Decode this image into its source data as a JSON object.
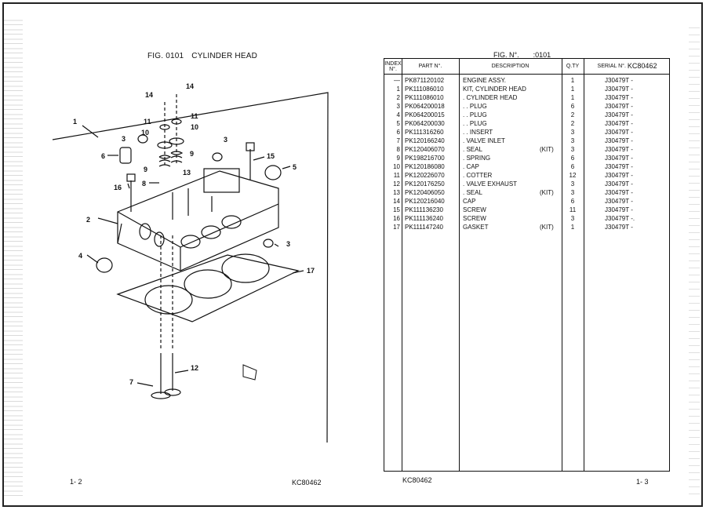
{
  "left_page": {
    "figure_title": {
      "number": "FIG. 0101",
      "name": "CYLINDER HEAD"
    },
    "callouts": [
      "1",
      "2",
      "3",
      "3",
      "3",
      "4",
      "5",
      "6",
      "7",
      "8",
      "9",
      "9",
      "10",
      "10",
      "11",
      "11",
      "12",
      "13",
      "14",
      "14",
      "15",
      "16",
      "17"
    ],
    "page_number": "1- 2",
    "model": "KC80462"
  },
  "right_page": {
    "fig_no_label": "FIG. N°.",
    "fig_no_value": ":0101",
    "headers": {
      "index_line1": "INDEX",
      "index_line2": "N°.",
      "part": "PART N°.",
      "description": "DESCRIPTION",
      "qty": "Q.TY",
      "serial_label": "SERIAL N°.",
      "serial_value": "KC80462"
    },
    "rows": [
      {
        "index": "—",
        "part": "PK871120102",
        "desc": "ENGINE ASSY.",
        "note": "",
        "qty": "1",
        "serial": "J30479T -"
      },
      {
        "index": "1",
        "part": "PK111086010",
        "desc": "KIT, CYLINDER HEAD",
        "note": "",
        "qty": "1",
        "serial": "J30479T -"
      },
      {
        "index": "2",
        "part": "PK111086010",
        "desc": ".  CYLINDER HEAD",
        "note": "",
        "qty": "1",
        "serial": "J30479T -"
      },
      {
        "index": "3",
        "part": "PK064200018",
        "desc": ".  .  PLUG",
        "note": "",
        "qty": "6",
        "serial": "J30479T -"
      },
      {
        "index": "4",
        "part": "PK064200015",
        "desc": ".  .  PLUG",
        "note": "",
        "qty": "2",
        "serial": "J30479T -"
      },
      {
        "index": "5",
        "part": "PK064200030",
        "desc": ".  .  PLUG",
        "note": "",
        "qty": "2",
        "serial": "J30479T -"
      },
      {
        "index": "6",
        "part": "PK111316260",
        "desc": ".  .  INSERT",
        "note": "",
        "qty": "3",
        "serial": "J30479T -"
      },
      {
        "index": "7",
        "part": "PK120166240",
        "desc": ".  VALVE INLET",
        "note": "",
        "qty": "3",
        "serial": "J30479T -"
      },
      {
        "index": "8",
        "part": "PK120406070",
        "desc": ".  SEAL",
        "note": "(KIT)",
        "qty": "3",
        "serial": "J30479T -"
      },
      {
        "index": "9",
        "part": "PK198216700",
        "desc": ".  SPRING",
        "note": "",
        "qty": "6",
        "serial": "J30479T -"
      },
      {
        "index": "10",
        "part": "PK120186080",
        "desc": ".  CAP",
        "note": "",
        "qty": "6",
        "serial": "J30479T -"
      },
      {
        "index": "11",
        "part": "PK120226070",
        "desc": ".  COTTER",
        "note": "",
        "qty": "12",
        "serial": "J30479T -"
      },
      {
        "index": "12",
        "part": "PK120176250",
        "desc": ".  VALVE EXHAUST",
        "note": "",
        "qty": "3",
        "serial": "J30479T -"
      },
      {
        "index": "13",
        "part": "PK120406050",
        "desc": ".  SEAL",
        "note": "(KIT)",
        "qty": "3",
        "serial": "J30479T -"
      },
      {
        "index": "14",
        "part": "PK120216040",
        "desc": "CAP",
        "note": "",
        "qty": "6",
        "serial": "J30479T -"
      },
      {
        "index": "15",
        "part": "PK111136230",
        "desc": "SCREW",
        "note": "",
        "qty": "11",
        "serial": "J30479T -"
      },
      {
        "index": "16",
        "part": "PK111136240",
        "desc": "SCREW",
        "note": "",
        "qty": "3",
        "serial": "J30479T -."
      },
      {
        "index": "17",
        "part": "PK111147240",
        "desc": "GASKET",
        "note": "(KIT)",
        "qty": "1",
        "serial": "J30479T -"
      }
    ],
    "model": "KC80462",
    "page_number": "1- 3"
  }
}
